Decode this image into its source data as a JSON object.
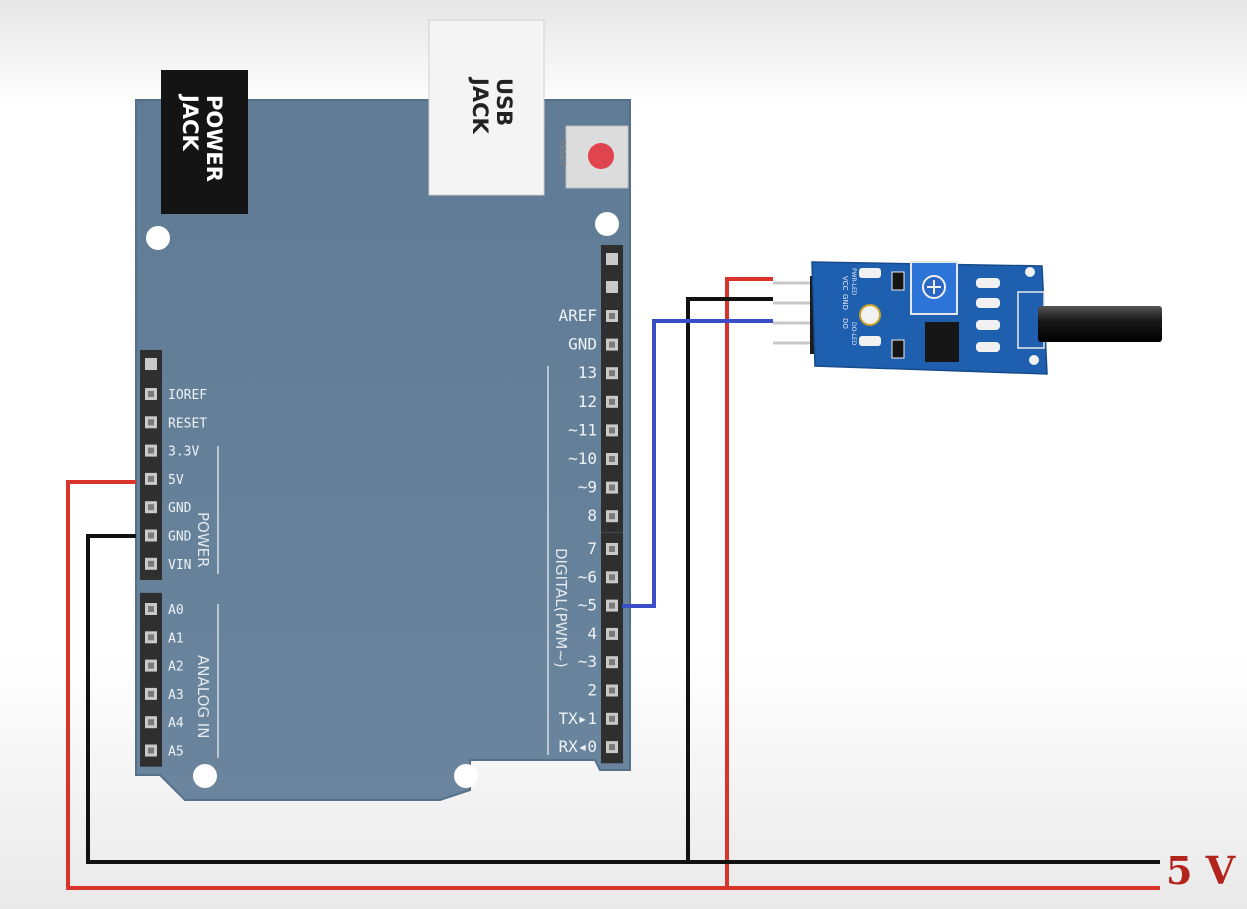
{
  "colors": {
    "board": "#637f98",
    "board_edge": "#56718a",
    "header": "#2f2f2f",
    "header_pin": "#bfbfbf",
    "power_jack": "#141414",
    "usb_jack": "#f4f4f4",
    "wire_red": "#d9342b",
    "wire_black": "#111111",
    "wire_blue": "#3a4fc7",
    "sensor_pcb": "#1f5fb0",
    "label_5v": "#b3241c"
  },
  "board": {
    "power_jack_label": "POWER\nJACK",
    "usb_jack_label": "USB\nJACK",
    "reset_label": "RESET",
    "power_group_label": "POWER",
    "analog_group_label": "ANALOG IN",
    "digital_group_label": "DIGITAL(PWM~)",
    "left_power_pins": [
      "IOREF",
      "RESET",
      "3.3V",
      "5V",
      "GND",
      "GND",
      "VIN"
    ],
    "left_analog_pins": [
      "A0",
      "A1",
      "A2",
      "A3",
      "A4",
      "A5"
    ],
    "right_upper_pins": [
      "AREF",
      "GND",
      "13",
      "12",
      "~11",
      "~10",
      "~9",
      "8"
    ],
    "right_lower_pins": [
      "7",
      "~6",
      "~5",
      "4",
      "~3",
      "2",
      "TX▸1",
      "RX◂0"
    ]
  },
  "sensor": {
    "pin_labels": [
      "VCC",
      "GND",
      "DO"
    ],
    "silkscreen": [
      "PWR-LED",
      "DO-LED"
    ],
    "icon": "tilt-switch-sensor-icon"
  },
  "supply": {
    "label": "5 V"
  }
}
